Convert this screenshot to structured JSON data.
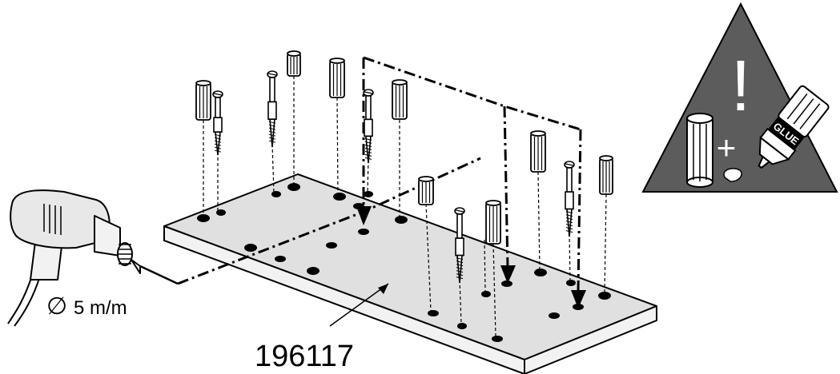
{
  "drill_label": {
    "symbol": "∅",
    "text": "5 m/m"
  },
  "part_number": "196117",
  "warning": {
    "mark": "!",
    "plus": "+",
    "bottle_label": "GLUE"
  },
  "colors": {
    "board_top": "#e0e0e0",
    "board_side": "#f2f2f2",
    "warning_bg": "#5c5c5c",
    "line": "#000000"
  }
}
